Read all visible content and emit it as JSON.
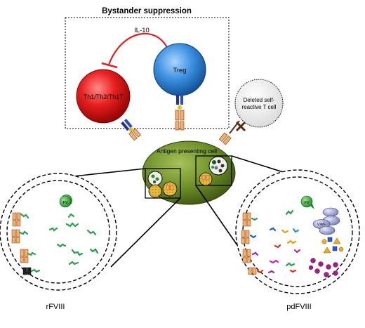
{
  "title": "Bystander suppression",
  "cytokine": "IL-10",
  "cells": {
    "effector": "Th1/Th2/Th17",
    "treg": "Treg",
    "deleted_line1": "Deleted self-",
    "deleted_line2": "reactive T cell",
    "apc": "Antigen presenting cell"
  },
  "circles": {
    "left": {
      "label": "rFVIII",
      "fv": "FV"
    },
    "right": {
      "label": "pdFVIII",
      "fv": "FV",
      "vwf": "VWF"
    }
  },
  "colors": {
    "effector": "#e02020",
    "treg": "#3a8fe0",
    "apc": "#6e8f2a",
    "fragments": "#28a050",
    "inhibit": "#e02020"
  }
}
